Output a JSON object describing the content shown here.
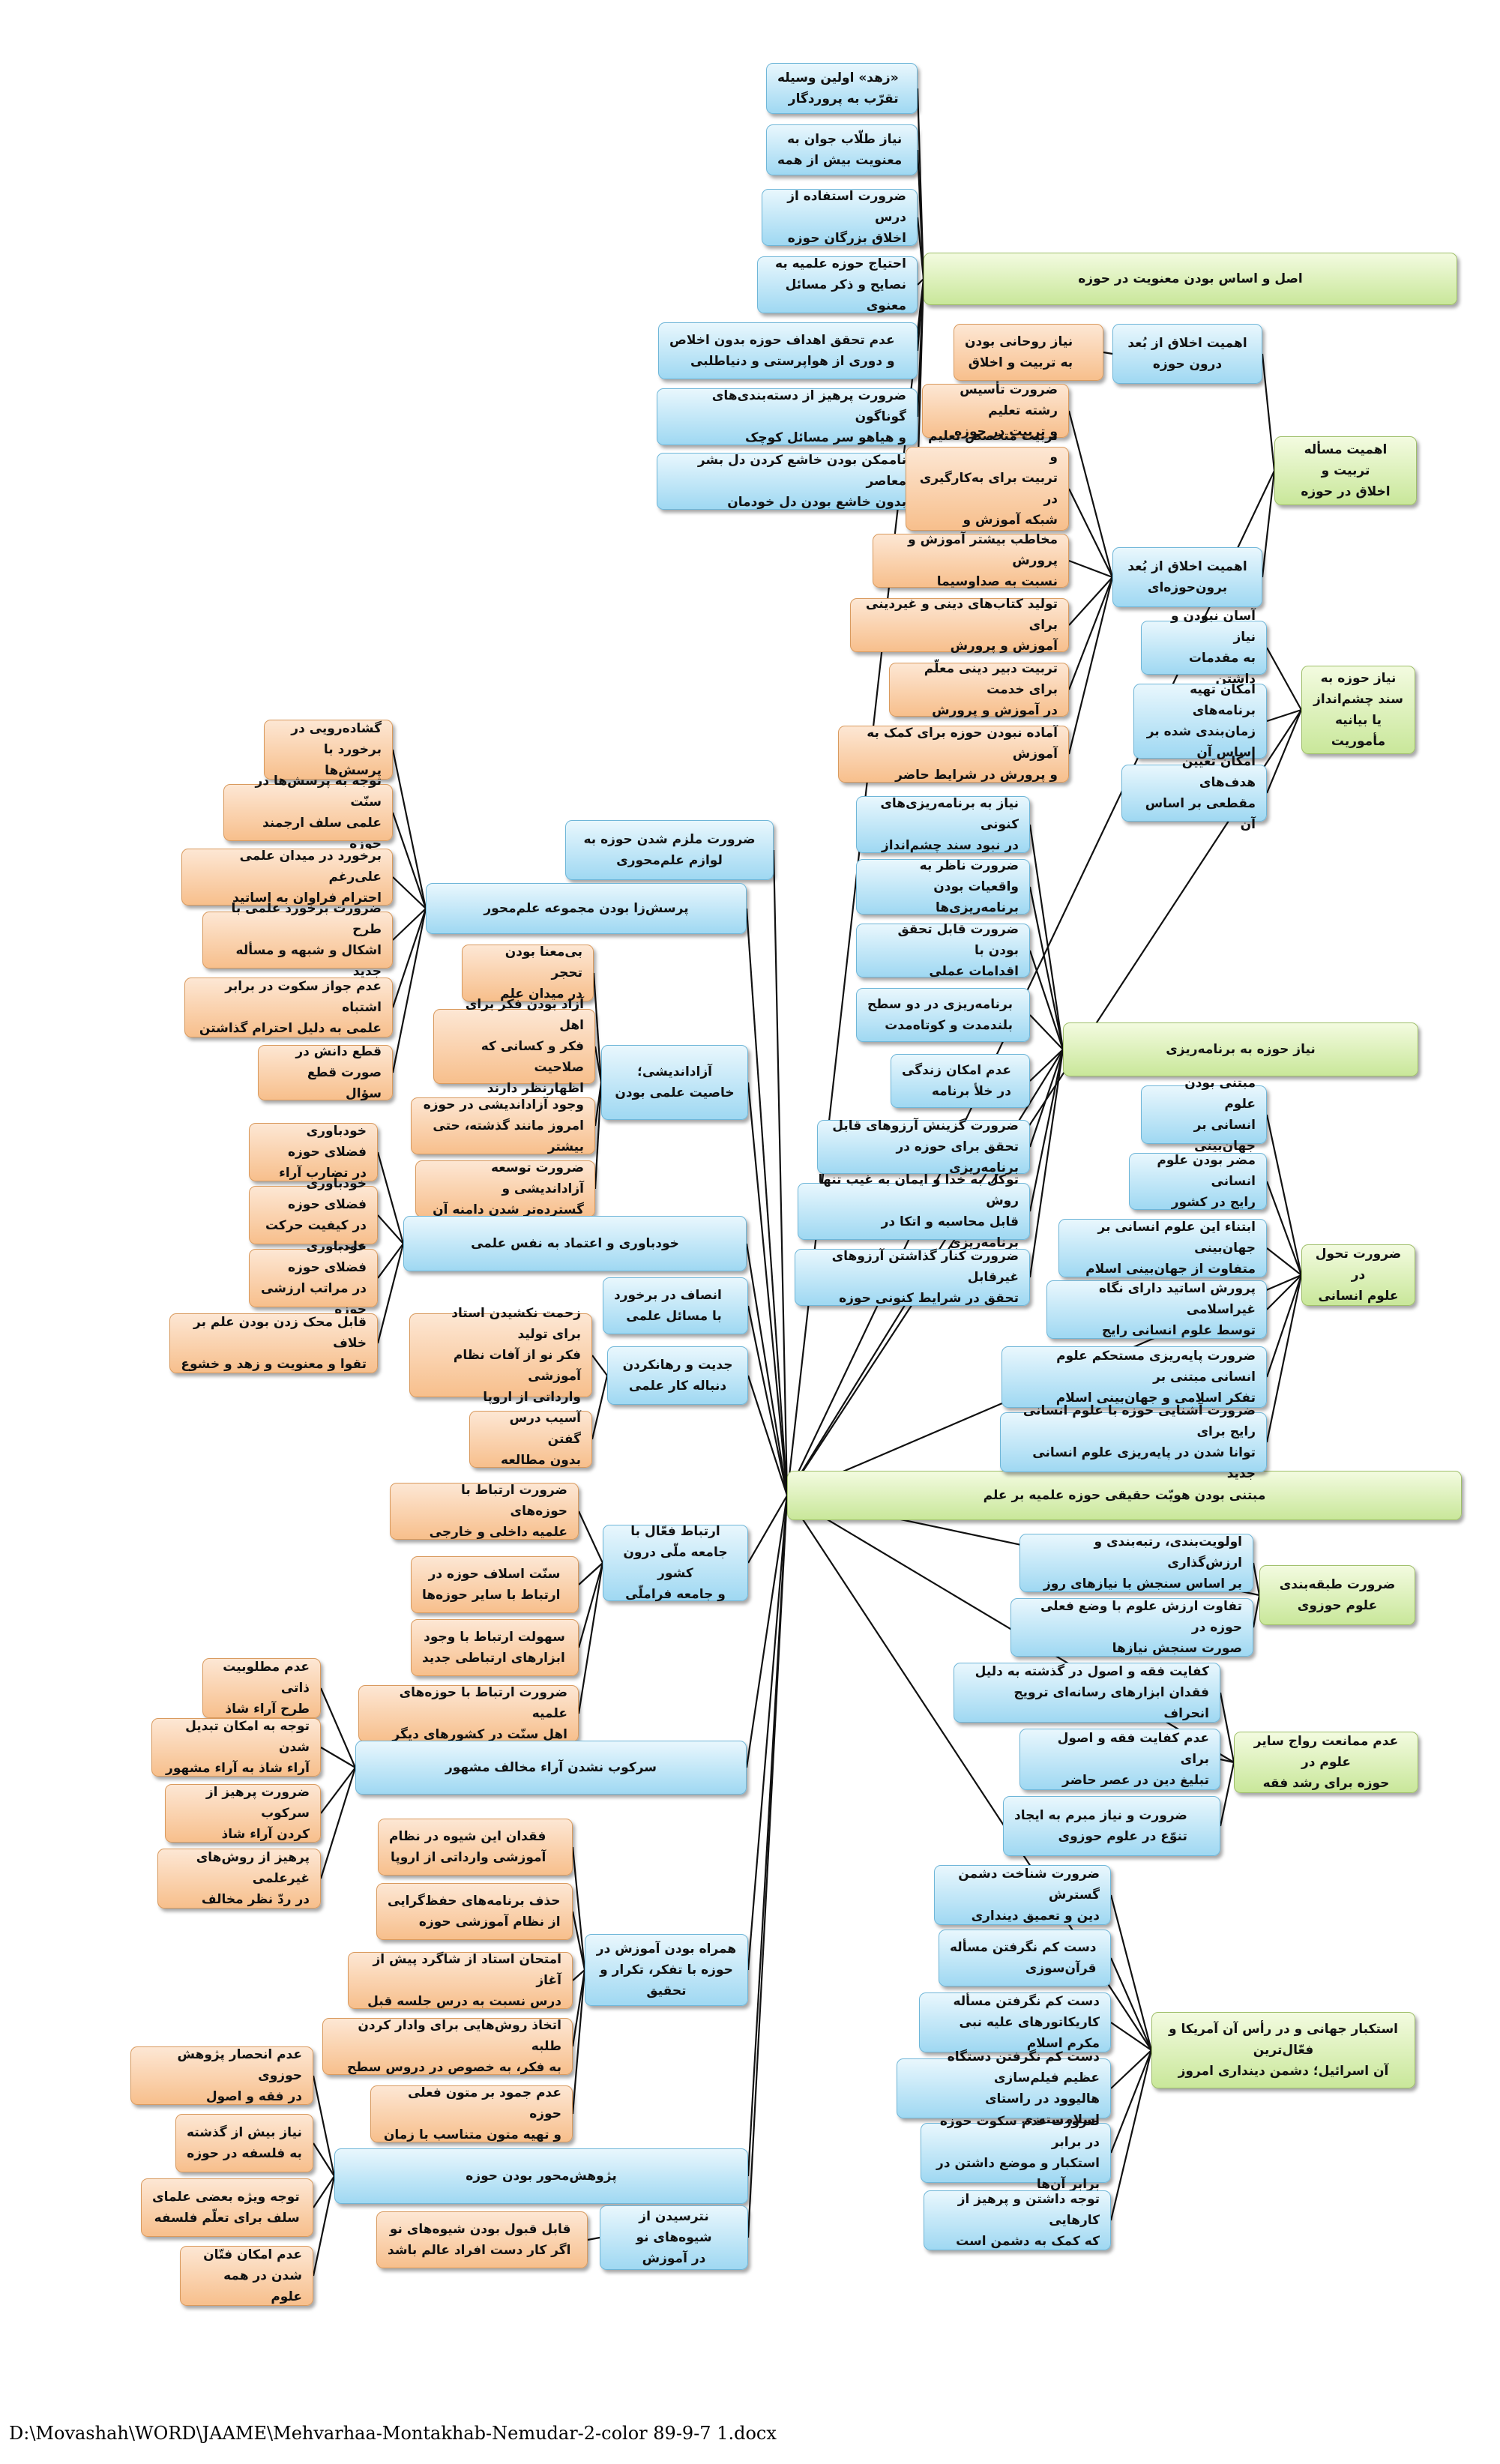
{
  "footer": "D:\\Movashah\\WORD\\JAAME\\Mehvarhaa-Montakhab-Nemudar-2-color 89-9-7 1.docx",
  "nodes": [
    {
      "id": "root",
      "text": "مبتنی بودن هویّت حقیقی حوزه علمیه بر علم",
      "color": "green"
    },
    {
      "id": "a",
      "text": "اصل و اساس بودن معنویت در حوزه",
      "color": "green"
    },
    {
      "id": "a1",
      "text": "«زهد» اولین وسیله\nتقرّب به پروردگار",
      "color": "blue"
    },
    {
      "id": "a2",
      "text": "نیاز طلّاب جوان به\nمعنویت بیش از همه",
      "color": "blue"
    },
    {
      "id": "a3",
      "text": "ضرورت استفاده از درس\nاخلاق بزرگان حوزه",
      "color": "blue"
    },
    {
      "id": "a4",
      "text": "احتیاج حوزه علمیه به\nنصایح و ذکر مسائل معنوی",
      "color": "blue"
    },
    {
      "id": "a5",
      "text": "عدم تحقق اهداف حوزه بدون اخلاص\nو دوری از هواپرستی و دنیاطلبی",
      "color": "blue"
    },
    {
      "id": "a6",
      "text": "ضرورت پرهیز از دسته‌بندی‌های گوناگون\nو هیاهو سر مسائل کوچک",
      "color": "blue"
    },
    {
      "id": "a7",
      "text": "ناممکن بودن خاشع کردن دل بشر معاصر\nبدون خاشع بودن دل خودمان",
      "color": "blue"
    },
    {
      "id": "b",
      "text": "اهمیت مسأله تربیت و\nاخلاق در حوزه",
      "color": "green"
    },
    {
      "id": "b1",
      "text": "اهمیت اخلاق از بُعد\nدرون حوزه",
      "color": "blue"
    },
    {
      "id": "b1a",
      "text": "نیاز روحانی بودن\nبه تربیت و اخلاق",
      "color": "orange"
    },
    {
      "id": "b2",
      "text": "اهمیت اخلاق از بُعد\nبرون‌حوزه‌ای",
      "color": "blue"
    },
    {
      "id": "b2a",
      "text": "ضرورت تأسیس رشته تعلیم\nو تربیت در حوزه",
      "color": "orange"
    },
    {
      "id": "b2b",
      "text": "تربیت متخصص تعلیم و\nتربیت برای به‌کارگیری در\nشبکه آموزش و پرورش",
      "color": "orange"
    },
    {
      "id": "b2c",
      "text": "مخاطب بیشتر آموزش و پرورش\nنسبت به صداوسیما",
      "color": "orange"
    },
    {
      "id": "b2d",
      "text": "تولید کتاب‌های دینی و غیردینی برای\nآموزش و پرورش",
      "color": "orange"
    },
    {
      "id": "b2e",
      "text": "تربیت دبیر دینی معلّم برای خدمت\nدر آموزش و پرورش",
      "color": "orange"
    },
    {
      "id": "b2f",
      "text": "آماده نبودن حوزه برای کمک به آموزش\nو پرورش در شرایط حاضر",
      "color": "orange"
    },
    {
      "id": "c",
      "text": "نیاز حوزه به\nسند چشم‌انداز\nیا بیانیه مأموریت",
      "color": "green"
    },
    {
      "id": "c1",
      "text": "آسان نبودن و نیاز\nبه مقدمات داشتن",
      "color": "blue"
    },
    {
      "id": "c2",
      "text": "امکان تهیه برنامه‌های\nزمان‌بندی شده بر\nاساس آن",
      "color": "blue"
    },
    {
      "id": "c3",
      "text": "امکان تعیین هدف‌های\nمقطعی بر اساس آن",
      "color": "blue"
    },
    {
      "id": "d",
      "text": "نیاز حوزه به برنامه‌ریزی",
      "color": "green"
    },
    {
      "id": "d1",
      "text": "نیاز به برنامه‌ریزی‌های کنونی\nدر نبود سند چشم‌انداز",
      "color": "blue"
    },
    {
      "id": "d2",
      "text": "ضرورت ناظر به واقعیات بودن\nبرنامه‌ریزی‌ها",
      "color": "blue"
    },
    {
      "id": "d3",
      "text": "ضرورت قابل تحقق بودن با\nاقدامات عملی",
      "color": "blue"
    },
    {
      "id": "d4",
      "text": "برنامه‌ریزی در دو سطح\nبلندمدت و کوتاه‌مدت",
      "color": "blue"
    },
    {
      "id": "d5",
      "text": "عدم امکان زندگی\nدر خلأ برنامه",
      "color": "blue"
    },
    {
      "id": "d6",
      "text": "ضرورت گزینش آرزوهای قابل\nتحقق برای حوزه در برنامه‌ریزی",
      "color": "blue"
    },
    {
      "id": "d7",
      "text": "توکل به خدا و ایمان به غیب تنها روش\nقابل محاسبه و اتکا در برنامه‌ریزی",
      "color": "blue"
    },
    {
      "id": "d8",
      "text": "ضرورت کنار گذاشتن آرزوهای غیرقابل\nتحقق در شرایط کنونی حوزه",
      "color": "blue"
    },
    {
      "id": "e",
      "text": "ضرورت تحول در\nعلوم انسانی",
      "color": "green"
    },
    {
      "id": "e1",
      "text": "مبتنی بودن علوم\nانسانی بر جهان‌بینی",
      "color": "blue"
    },
    {
      "id": "e2",
      "text": "مضر بودن علوم انسانی\nرایج در کشور",
      "color": "blue"
    },
    {
      "id": "e3",
      "text": "ابتناء این علوم انسانی بر جهان‌بینی\nمتفاوت از جهان‌بینی اسلام",
      "color": "blue"
    },
    {
      "id": "e4",
      "text": "پرورش اساتید دارای نگاه غیراسلامی\nتوسط علوم انسانی رایج",
      "color": "blue"
    },
    {
      "id": "e5",
      "text": "ضرورت پایه‌ریزی مستحکم علوم انسانی مبتنی بر\nتفکر اسلامی و جهان‌بینی اسلام",
      "color": "blue"
    },
    {
      "id": "e6",
      "text": "ضرورت آشنایی حوزه با علوم انسانی رایج برای\nتوانا شدن در پایه‌ریزی علوم انسانی جدید",
      "color": "blue"
    },
    {
      "id": "f",
      "text": "ضرورت طبقه‌بندی\nعلوم حوزوی",
      "color": "green"
    },
    {
      "id": "f1",
      "text": "اولویت‌بندی، رتبه‌بندی و ارزش‌گذاری\nبر اساس سنجش با نیازهای روز",
      "color": "blue"
    },
    {
      "id": "f2",
      "text": "تفاوت ارزش علوم با وضع فعلی حوزه در\nصورت سنجش نیازها",
      "color": "blue"
    },
    {
      "id": "g",
      "text": "عدم ممانعت رواج سایر علوم در\nحوزه برای رشد فقه",
      "color": "green"
    },
    {
      "id": "g1",
      "text": "کفایت فقه و اصول در گذشته به دلیل\nفقدان ابزارهای رسانه‌ای ترویج انحراف",
      "color": "blue"
    },
    {
      "id": "g2",
      "text": "عدم کفایت فقه و اصول برای\nتبلیغ دین در عصر حاضر",
      "color": "blue"
    },
    {
      "id": "g3",
      "text": "ضرورت و نیاز مبرم به ایجاد\nتنوّع در علوم حوزوی",
      "color": "blue"
    },
    {
      "id": "h",
      "text": "استکبار جهانی و در رأس آن آمریکا و فعّال‌ترین\nآن اسرائیل؛ دشمن دینداری امروز",
      "color": "green"
    },
    {
      "id": "h1",
      "text": "ضرورت شناخت دشمن گسترش\nدین و تعمیق دینداری",
      "color": "blue"
    },
    {
      "id": "h2",
      "text": "دست کم نگرفتن مسأله\nقرآن‌سوزی",
      "color": "blue"
    },
    {
      "id": "h3",
      "text": "دست کم نگرفتن مسأله\nکاریکاتورهای علیه نبی مکرم اسلام",
      "color": "blue"
    },
    {
      "id": "h4",
      "text": "دست کم نگرفتن دستگاه عظیم فیلم‌سازی\nهالیوود در راستای اسلام‌ستیزی",
      "color": "blue"
    },
    {
      "id": "h5",
      "text": "ضرورت عدم سکوت حوزه در برابر\nاستکبار و موضع داشتن در برابر آن‌ها",
      "color": "blue"
    },
    {
      "id": "h6",
      "text": "توجه داشتن و پرهیز از کارهایی\nکه کمک به دشمن است",
      "color": "blue"
    },
    {
      "id": "L1",
      "text": "ضرورت ملزم شدن حوزه به\nلوازم علم‌محوری",
      "color": "blue"
    },
    {
      "id": "L2",
      "text": "پرسش‌زا بودن مجموعه علم‌محور",
      "color": "blue"
    },
    {
      "id": "L2a",
      "text": "گشاده‌رویی در\nبرخورد با پرسش‌ها",
      "color": "orange"
    },
    {
      "id": "L2b",
      "text": "توجه به پرسش‌ها در سنّت\nعلمی سلف ارجمند حوزه",
      "color": "orange"
    },
    {
      "id": "L2c",
      "text": "برخورد در میدان علمی علی‌رغم\nاحترام فراوان به اساتید",
      "color": "orange"
    },
    {
      "id": "L2d",
      "text": "ضرورت برخورد علمی با طرح\nاشکال و شبهه و مسأله جدید",
      "color": "orange"
    },
    {
      "id": "L2e",
      "text": "عدم جواز سکوت در برابر اشتباه\nعلمی به دلیل احترام گذاشتن",
      "color": "orange"
    },
    {
      "id": "L2f",
      "text": "قطع دانش در\nصورت قطع سؤال",
      "color": "orange"
    },
    {
      "id": "L3",
      "text": "آزاداندیشی؛\nخاصیت علمی بودن",
      "color": "blue"
    },
    {
      "id": "L3a",
      "text": "بی‌معنا بودن تحجر\nدر میدان علم",
      "color": "orange"
    },
    {
      "id": "L3b",
      "text": "آزاد بودن فکر برای اهل\nفکر و کسانی که صلاحیت\nاظهارنظر دارند",
      "color": "orange"
    },
    {
      "id": "L3c",
      "text": "وجود آزاداندیشی در حوزه\nامروز مانند گذشته، حتی بیشتر",
      "color": "orange"
    },
    {
      "id": "L3d",
      "text": "ضرورت توسعه آزاداندیشی و\nگسترده‌تر شدن دامنه آن",
      "color": "orange"
    },
    {
      "id": "L4",
      "text": "خودباوری و اعتماد به نفس علمی",
      "color": "blue"
    },
    {
      "id": "L4a",
      "text": "خودباوری فضلای حوزه\nدر تضارب آراء",
      "color": "orange"
    },
    {
      "id": "L4b",
      "text": "خودباوری فضلای حوزه\nدر کیفیت حرکت علمی",
      "color": "orange"
    },
    {
      "id": "L4c",
      "text": "خودباوری فضلای حوزه\nدر مراتب ارزشی حوزه",
      "color": "orange"
    },
    {
      "id": "L4d",
      "text": "قابل محک زدن بودن علم بر خلاف\nتقوا و معنویت و زهد و خشوع",
      "color": "orange"
    },
    {
      "id": "L5",
      "text": "جدیت و رهانکردن\nدنباله کار علمی",
      "color": "blue"
    },
    {
      "id": "L5a",
      "text": "انصاف در برخورد\nبا مسائل علمی",
      "color": "blue"
    },
    {
      "id": "L5b",
      "text": "زحمت نکشیدن استاد برای تولید\nفکر نو از آفات نظام آموزشی\nوارداتی از اروپا",
      "color": "orange"
    },
    {
      "id": "L5c",
      "text": "آسیب درس گفتن\nبدون مطالعه",
      "color": "orange"
    },
    {
      "id": "L6",
      "text": "ارتباط فعّال با\nجامعه ملّی درون کشور\nو جامعه فراملّی",
      "color": "blue"
    },
    {
      "id": "L6a",
      "text": "ضرورت ارتباط با حوزه‌های\nعلمیه داخلی و خارجی",
      "color": "orange"
    },
    {
      "id": "L6b",
      "text": "سنّت اسلاف حوزه در\nارتباط با سایر حوزه‌ها",
      "color": "orange"
    },
    {
      "id": "L6c",
      "text": "سهولت ارتباط با وجود\nابزارهای ارتباطی جدید",
      "color": "orange"
    },
    {
      "id": "L6d",
      "text": "ضرورت ارتباط با حوزه‌های علمیه\nاهل سنّت در کشورهای دیگر",
      "color": "orange"
    },
    {
      "id": "L7",
      "text": "سرکوب نشدن آراء مخالف مشهور",
      "color": "blue"
    },
    {
      "id": "L7a",
      "text": "عدم مطلوبیت ذاتی\nطرح آراء شاذ",
      "color": "orange"
    },
    {
      "id": "L7b",
      "text": "توجه به امکان تبدیل شدن\nآراء شاذ به آراء مشهور",
      "color": "orange"
    },
    {
      "id": "L7c",
      "text": "ضرورت پرهیز از سرکوب\nکردن آراء شاذ",
      "color": "orange"
    },
    {
      "id": "L7d",
      "text": "پرهیز از روش‌های غیرعلمی\nدر ردّ نظر مخالف",
      "color": "orange"
    },
    {
      "id": "L8",
      "text": "همراه بودن آموزش در\nحوزه با تفکر، تکرار و تحقیق",
      "color": "blue"
    },
    {
      "id": "L8a",
      "text": "فقدان این شیوه در نظام\nآموزشی وارداتی از اروپا",
      "color": "orange"
    },
    {
      "id": "L8b",
      "text": "حذف برنامه‌های حفظ‌گرایی\nاز نظام آموزشی حوزه",
      "color": "orange"
    },
    {
      "id": "L8c",
      "text": "امتحان استاد از شاگرد پیش از آغاز\nدرس نسبت به درس جلسه قبل",
      "color": "orange"
    },
    {
      "id": "L8d",
      "text": "اتخاذ روش‌هایی برای وادار کردن طلبه\nبه فکر، به خصوص در دروس سطح",
      "color": "orange"
    },
    {
      "id": "L8e",
      "text": "عدم جمود بر متون فعلی حوزه\nو تهیه متون متناسب با زمان",
      "color": "orange"
    },
    {
      "id": "L9",
      "text": "پژوهش‌محور بودن حوزه",
      "color": "blue"
    },
    {
      "id": "L9a",
      "text": "عدم انحصار پژوهش حوزوی\nدر فقه و اصول",
      "color": "orange"
    },
    {
      "id": "L9b",
      "text": "نیاز بیش از گذشته\nبه فلسفه در حوزه",
      "color": "orange"
    },
    {
      "id": "L9c",
      "text": "توجه ویژه بعضی علمای\nسلف برای تعلّم فلسفه",
      "color": "orange"
    },
    {
      "id": "L9d",
      "text": "عدم امکان فتّان\nشدن در همه علوم",
      "color": "orange"
    },
    {
      "id": "L10",
      "text": "نترسیدن از شیوه‌های نو\nدر آموزش",
      "color": "blue"
    },
    {
      "id": "L10a",
      "text": "قابل قبول بودن شیوه‌های نو\nاگر کار دست افراد عالم باشد",
      "color": "orange"
    }
  ]
}
